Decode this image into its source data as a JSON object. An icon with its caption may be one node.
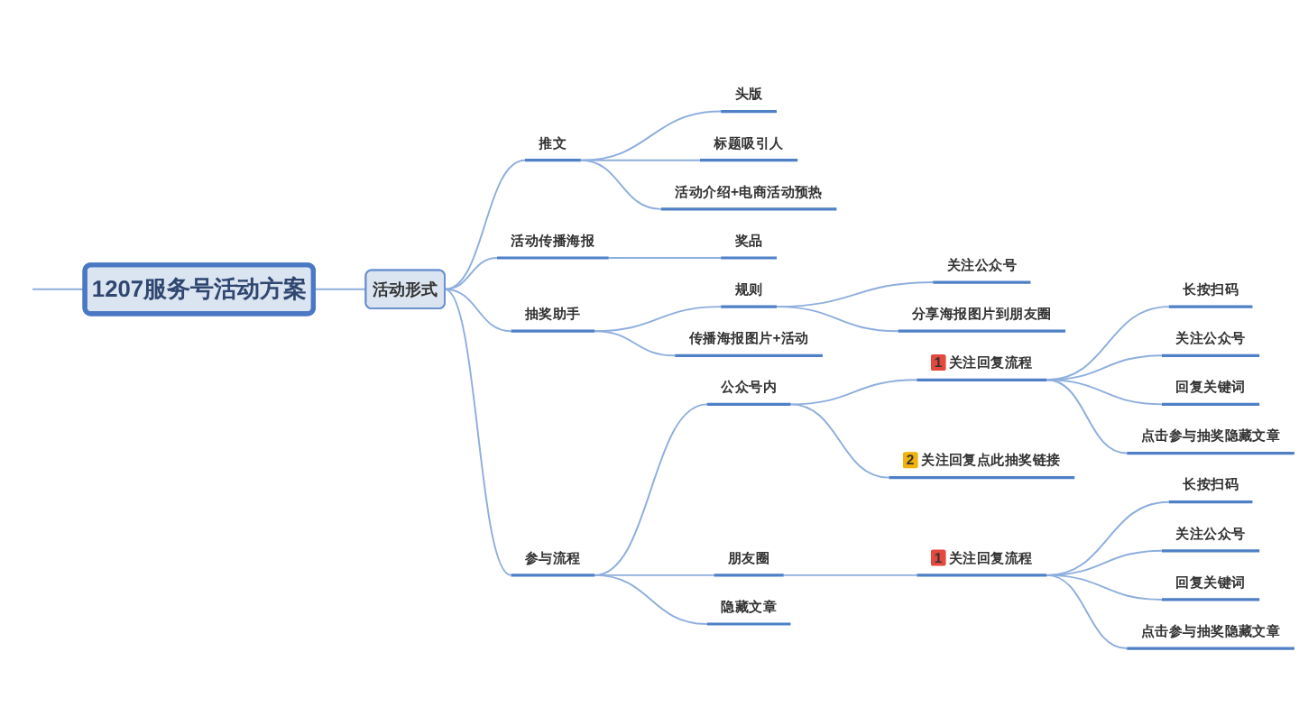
{
  "diagram": {
    "nodes": [
      {
        "text": [
          "1207服务号活动方案"
        ]
      },
      {
        "text": [
          "活动形式"
        ]
      },
      {
        "text": [
          "推文"
        ]
      },
      {
        "text": [
          "头版"
        ]
      },
      {
        "text": [
          "标题吸引人"
        ]
      },
      {
        "text": [
          "活动介绍+电商活动预热"
        ]
      },
      {
        "text": [
          "活动传播海报"
        ]
      },
      {
        "text": [
          "奖品"
        ]
      },
      {
        "text": [
          "抽奖助手"
        ]
      },
      {
        "text": [
          "规则"
        ]
      },
      {
        "text": [
          "关注公众号"
        ]
      },
      {
        "text": [
          "分享海报图片到朋友圈"
        ]
      },
      {
        "text": [
          "传播海报图片+活动"
        ]
      },
      {
        "text": [
          "参与流程"
        ]
      },
      {
        "text": [
          "公众号内"
        ]
      },
      {
        "text": [
          "1",
          "关注回复流程"
        ]
      },
      {
        "text": [
          "长按扫码"
        ]
      },
      {
        "text": [
          "关注公众号"
        ]
      },
      {
        "text": [
          "回复关键词"
        ]
      },
      {
        "text": [
          "点击参与抽奖隐藏文章"
        ]
      },
      {
        "text": [
          "2",
          "关注回复点此抽奖链接"
        ]
      },
      {
        "text": [
          "朋友圈"
        ]
      },
      {
        "text": [
          "1",
          "关注回复流程"
        ]
      },
      {
        "text": [
          "长按扫码"
        ]
      },
      {
        "text": [
          "关注公众号"
        ]
      },
      {
        "text": [
          "回复关键词"
        ]
      },
      {
        "text": [
          "点击参与抽奖隐藏文章"
        ]
      },
      {
        "text": [
          "隐藏文章"
        ]
      }
    ],
    "edges": [
      {
        "from": 0,
        "to": null,
        "arrow": "none"
      },
      {
        "from": 0,
        "to": 1,
        "arrow": "none"
      },
      {
        "from": 1,
        "to": 2,
        "arrow": "none"
      },
      {
        "from": 2,
        "to": 3,
        "arrow": "none"
      },
      {
        "from": 2,
        "to": 4,
        "arrow": "none"
      },
      {
        "from": 2,
        "to": 5,
        "arrow": "none"
      },
      {
        "from": 1,
        "to": 6,
        "arrow": "none"
      },
      {
        "from": 6,
        "to": 7,
        "arrow": "none"
      },
      {
        "from": 1,
        "to": 8,
        "arrow": "none"
      },
      {
        "from": 8,
        "to": 9,
        "arrow": "none"
      },
      {
        "from": 9,
        "to": 10,
        "arrow": "none"
      },
      {
        "from": 9,
        "to": 11,
        "arrow": "none"
      },
      {
        "from": 8,
        "to": 12,
        "arrow": "none"
      },
      {
        "from": 1,
        "to": 13,
        "arrow": "none"
      },
      {
        "from": 13,
        "to": 14,
        "arrow": "none"
      },
      {
        "from": 14,
        "to": 15,
        "arrow": "none"
      },
      {
        "from": 15,
        "to": 16,
        "arrow": "none"
      },
      {
        "from": 15,
        "to": 17,
        "arrow": "none"
      },
      {
        "from": 15,
        "to": 18,
        "arrow": "none"
      },
      {
        "from": 15,
        "to": 19,
        "arrow": "none"
      },
      {
        "from": 14,
        "to": 20,
        "arrow": "none"
      },
      {
        "from": 13,
        "to": 21,
        "arrow": "none"
      },
      {
        "from": 21,
        "to": 22,
        "arrow": "none"
      },
      {
        "from": 22,
        "to": 23,
        "arrow": "none"
      },
      {
        "from": 22,
        "to": 24,
        "arrow": "none"
      },
      {
        "from": 22,
        "to": 25,
        "arrow": "none"
      },
      {
        "from": 22,
        "to": 26,
        "arrow": "none"
      },
      {
        "from": 13,
        "to": 27,
        "arrow": "none"
      }
    ]
  }
}
